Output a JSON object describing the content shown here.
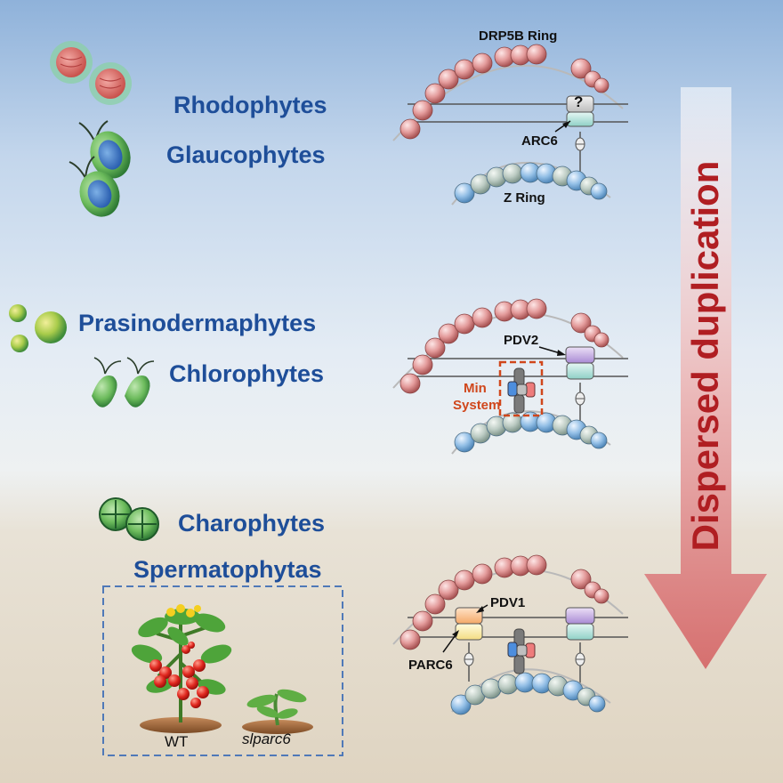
{
  "lineages": {
    "rhodophytes": "Rhodophytes",
    "glaucophytes": "Glaucophytes",
    "prasinodermaphytes": "Prasinodermaphytes",
    "chlorophytes": "Chlorophytes",
    "charophytes": "Charophytes",
    "spermatophytas": "Spermatophytas"
  },
  "panel1": {
    "drp5b_ring": "DRP5B Ring",
    "unknown_mark": "?",
    "arc6": "ARC6",
    "z_ring": "Z Ring"
  },
  "panel2": {
    "pdv2": "PDV2",
    "min_system_line1": "Min",
    "min_system_line2": "System"
  },
  "panel3": {
    "pdv1": "PDV1",
    "parc6": "PARC6"
  },
  "plants": {
    "wt": "WT",
    "mutant": "slparc6"
  },
  "arrow": {
    "label": "Dispersed duplication"
  },
  "colors": {
    "lineage_text": "#1e4e99",
    "drp5b_bead": "#e09a9a",
    "z_ring_blue": "#8fbbe2",
    "z_ring_grey": "#b9c8c1",
    "arc6_teal": "#b6e2dc",
    "pdv2_purple": "#c6aee3",
    "pdv1_orange": "#f8c69a",
    "parc6_yellow": "#fbedaa",
    "min_system_red": "#e95a2a",
    "arrow_red": "#b01e22"
  }
}
